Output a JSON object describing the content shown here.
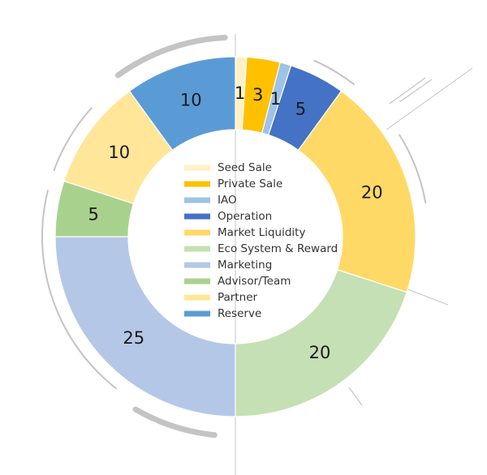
{
  "chart_data": {
    "type": "pie",
    "title": "",
    "hole": true,
    "legend_position": "center",
    "categories": [
      "Seed Sale",
      "Private Sale",
      "IAO",
      "Operation",
      "Market Liquidity",
      "Eco System & Reward",
      "Marketing",
      "Advisor/Team",
      "Partner",
      "Reserve"
    ],
    "values": [
      1,
      3,
      1,
      5,
      20,
      20,
      25,
      5,
      10,
      10
    ],
    "labels": [
      "1",
      "3",
      "1",
      "5",
      "20",
      "20",
      "25",
      "5",
      "10",
      "10"
    ],
    "colors": [
      "#FFF1C4",
      "#FFC000",
      "#9DC3E6",
      "#4472C4",
      "#FFD966",
      "#C5E0B4",
      "#B4C7E7",
      "#A9D18E",
      "#FFE699",
      "#5B9BD5"
    ]
  }
}
